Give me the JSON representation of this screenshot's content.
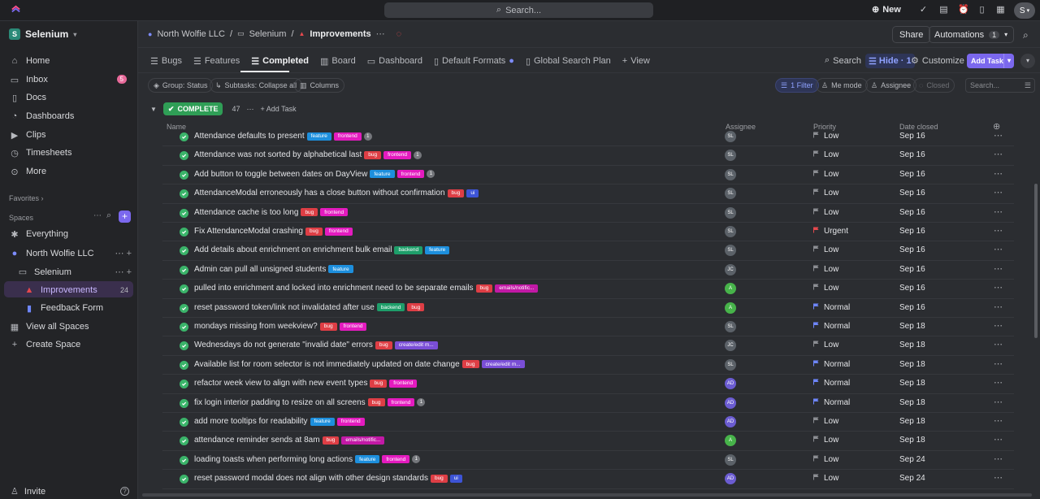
{
  "topbar": {
    "search_placeholder": "Search...",
    "new_label": "New",
    "avatar_initial": "S"
  },
  "sidebar": {
    "workspace": {
      "initial": "S",
      "name": "Selenium"
    },
    "nav": [
      {
        "label": "Home",
        "icon": "home-icon"
      },
      {
        "label": "Inbox",
        "icon": "inbox-icon",
        "badge": "5"
      },
      {
        "label": "Docs",
        "icon": "docs-icon"
      },
      {
        "label": "Dashboards",
        "icon": "dashboard-icon"
      },
      {
        "label": "Clips",
        "icon": "clips-icon"
      },
      {
        "label": "Timesheets",
        "icon": "clock-icon"
      },
      {
        "label": "More",
        "icon": "more-icon"
      }
    ],
    "favorites_label": "Favorites",
    "spaces_label": "Spaces",
    "spaces": [
      {
        "label": "Everything"
      },
      {
        "label": "North Wolfie LLC"
      },
      {
        "label": "Selenium"
      },
      {
        "label": "Improvements",
        "count": "24"
      },
      {
        "label": "Feedback Form"
      },
      {
        "label": "View all Spaces"
      },
      {
        "label": "Create Space"
      }
    ],
    "invite_label": "Invite"
  },
  "header": {
    "breadcrumb": [
      "North Wolfie LLC",
      "Selenium",
      "Improvements"
    ],
    "share_label": "Share",
    "automations_label": "Automations",
    "automations_count": "1"
  },
  "views": {
    "tabs": [
      "Bugs",
      "Features",
      "Completed",
      "Board",
      "Dashboard",
      "Default Formats",
      "Global Search Plan"
    ],
    "add_view": "View",
    "search": "Search",
    "hide": "Hide · 1",
    "customize": "Customize",
    "add_task": "Add Task"
  },
  "filters": {
    "group": "Group: Status",
    "subtasks": "Subtasks: Collapse all",
    "columns": "Columns",
    "filter": "1 Filter",
    "me_mode": "Me mode",
    "assignee": "Assignee",
    "closed": "Closed",
    "search_placeholder": "Search..."
  },
  "group": {
    "status": "COMPLETE",
    "count": "47",
    "add_task": "Add Task"
  },
  "columns": {
    "name": "Name",
    "assignee": "Assignee",
    "priority": "Priority",
    "date_closed": "Date closed"
  },
  "colors": {
    "accent": "#7b68ee",
    "complete": "#2f9e56",
    "urgent": "#e5484d",
    "normal": "#6e86ff",
    "low": "#8b8d92"
  },
  "tasks": [
    {
      "name": "Attendance defaults to present",
      "tags": [
        [
          "feature",
          "feature"
        ],
        [
          "frontend",
          "frontend"
        ]
      ],
      "sub": "1",
      "assignee": "SL",
      "priority": "Low",
      "date": "Sep 16"
    },
    {
      "name": "Attendance was not sorted by alphabetical last",
      "tags": [
        [
          "bug",
          "bug"
        ],
        [
          "frontend",
          "frontend"
        ]
      ],
      "sub": "1",
      "assignee": "SL",
      "priority": "Low",
      "date": "Sep 16"
    },
    {
      "name": "Add button to toggle between dates on DayView",
      "tags": [
        [
          "feature",
          "feature"
        ],
        [
          "frontend",
          "frontend"
        ]
      ],
      "sub": "1",
      "assignee": "SL",
      "priority": "Low",
      "date": "Sep 16"
    },
    {
      "name": "AttendanceModal erroneously has a close button without confirmation",
      "tags": [
        [
          "bug",
          "bug"
        ],
        [
          "ui",
          "ui"
        ]
      ],
      "sub": "",
      "assignee": "SL",
      "priority": "Low",
      "date": "Sep 16"
    },
    {
      "name": "Attendance cache is too long",
      "tags": [
        [
          "bug",
          "bug"
        ],
        [
          "frontend",
          "frontend"
        ]
      ],
      "sub": "",
      "assignee": "SL",
      "priority": "Low",
      "date": "Sep 16"
    },
    {
      "name": "Fix AttendanceModal crashing",
      "tags": [
        [
          "bug",
          "bug"
        ],
        [
          "frontend",
          "frontend"
        ]
      ],
      "sub": "",
      "assignee": "SL",
      "priority": "Urgent",
      "date": "Sep 16"
    },
    {
      "name": "Add details about enrichment on enrichment bulk email",
      "tags": [
        [
          "backend",
          "backend"
        ],
        [
          "feature",
          "feature"
        ]
      ],
      "sub": "",
      "assignee": "SL",
      "priority": "Low",
      "date": "Sep 16"
    },
    {
      "name": "Admin can pull all unsigned students",
      "tags": [
        [
          "feature",
          "feature"
        ]
      ],
      "sub": "",
      "assignee": "JC",
      "priority": "Low",
      "date": "Sep 16"
    },
    {
      "name": "pulled into enrichment and locked into enrichment need to be separate emails",
      "tags": [
        [
          "bug",
          "bug"
        ],
        [
          "emails",
          "emails/notific..."
        ]
      ],
      "sub": "",
      "assignee": "A",
      "priority": "Low",
      "date": "Sep 16"
    },
    {
      "name": "reset password token/link not invalidated after use",
      "tags": [
        [
          "backend",
          "backend"
        ],
        [
          "bug",
          "bug"
        ]
      ],
      "sub": "",
      "assignee": "A",
      "priority": "Normal",
      "date": "Sep 16"
    },
    {
      "name": "mondays missing from weekview?",
      "tags": [
        [
          "bug",
          "bug"
        ],
        [
          "frontend",
          "frontend"
        ]
      ],
      "sub": "",
      "assignee": "SL",
      "priority": "Normal",
      "date": "Sep 18"
    },
    {
      "name": "Wednesdays do not generate \"invalid date\" errors",
      "tags": [
        [
          "bug",
          "bug"
        ],
        [
          "create",
          "create/edit m..."
        ]
      ],
      "sub": "",
      "assignee": "JC",
      "priority": "Low",
      "date": "Sep 18"
    },
    {
      "name": "Available list for room selector is not immediately updated on date change",
      "tags": [
        [
          "bug",
          "bug"
        ],
        [
          "create",
          "create/edit m..."
        ]
      ],
      "sub": "",
      "assignee": "SL",
      "priority": "Normal",
      "date": "Sep 18"
    },
    {
      "name": "refactor week view to align with new event types",
      "tags": [
        [
          "bug",
          "bug"
        ],
        [
          "frontend",
          "frontend"
        ]
      ],
      "sub": "",
      "assignee": "AD",
      "priority": "Normal",
      "date": "Sep 18"
    },
    {
      "name": "fix login interior padding to resize on all screens",
      "tags": [
        [
          "bug",
          "bug"
        ],
        [
          "frontend",
          "frontend"
        ]
      ],
      "sub": "1",
      "assignee": "AD",
      "priority": "Normal",
      "date": "Sep 18"
    },
    {
      "name": "add more tooltips for readability",
      "tags": [
        [
          "feature",
          "feature"
        ],
        [
          "frontend",
          "frontend"
        ]
      ],
      "sub": "",
      "assignee": "AD",
      "priority": "Low",
      "date": "Sep 18"
    },
    {
      "name": "attendance reminder sends at 8am",
      "tags": [
        [
          "bug",
          "bug"
        ],
        [
          "emails",
          "emails/notific..."
        ]
      ],
      "sub": "",
      "assignee": "A",
      "priority": "Low",
      "date": "Sep 18"
    },
    {
      "name": "loading toasts when performing long actions",
      "tags": [
        [
          "feature",
          "feature"
        ],
        [
          "frontend",
          "frontend"
        ]
      ],
      "sub": "1",
      "assignee": "SL",
      "priority": "Low",
      "date": "Sep 24"
    },
    {
      "name": "reset password modal does not align with other design standards",
      "tags": [
        [
          "bug",
          "bug"
        ],
        [
          "ui",
          "ui"
        ]
      ],
      "sub": "",
      "assignee": "AD",
      "priority": "Low",
      "date": "Sep 24"
    }
  ]
}
